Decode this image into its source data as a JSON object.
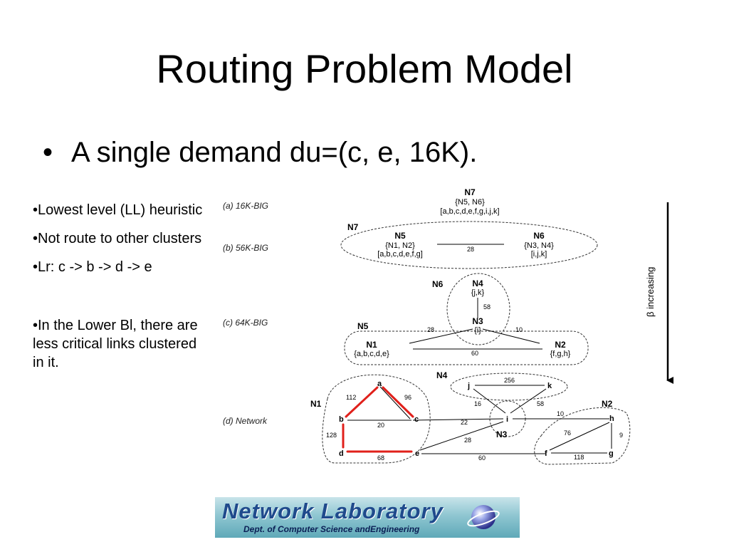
{
  "slide": {
    "title": "Routing Problem Model",
    "bullet": "A single demand du=(c, e, 16K).",
    "notes": [
      "•Lowest level (LL) heuristic",
      "•Not route to other clusters",
      "•Lr: c -> b -> d -> e",
      "•In the Lower Bl, there are less critical links clustered in it."
    ]
  },
  "diagram": {
    "level_labels": {
      "a": "(a) 16K-BIG",
      "b": "(b) 56K-BIG",
      "c": "(c) 64K-BIG",
      "d": "(d) Network"
    },
    "beta_label": "β increasing",
    "level_a": {
      "name": "N7",
      "members": "{N5, N6}",
      "nodes": "[a,b,c,d,e,f,g,i,j,k]"
    },
    "level_b": {
      "name": "N7",
      "left": {
        "name": "N5",
        "members": "{N1, N2}",
        "nodes": "[a,b,c,d,e,f,g]"
      },
      "right": {
        "name": "N6",
        "members": "{N3, N4}",
        "nodes": "[i,j,k]"
      },
      "link_weight": "28"
    },
    "level_c": {
      "n6": "N6",
      "n4": {
        "name": "N4",
        "nodes": "{j,k}"
      },
      "n3": {
        "name": "N3",
        "nodes": "{i}"
      },
      "n5": "N5",
      "n1": {
        "name": "N1",
        "nodes": "{a,b,c,d,e}"
      },
      "n2": {
        "name": "N2",
        "nodes": "{f,g,h}"
      },
      "w_n4_n3": "58",
      "w_n3_n1": "28",
      "w_n3_n2": "10",
      "w_n1_n2": "60"
    },
    "level_d": {
      "cluster_labels": {
        "n1": "N1",
        "n2": "N2",
        "n3": "N3",
        "n4": "N4"
      },
      "node_labels": {
        "a": "a",
        "b": "b",
        "c": "c",
        "d": "d",
        "e": "e",
        "f": "f",
        "g": "g",
        "h": "h",
        "i": "i",
        "j": "j",
        "k": "k"
      },
      "weights": {
        "ab": "112",
        "ac": "96",
        "bc": "20",
        "bd": "128",
        "de": "68",
        "jk": "256",
        "ji": "16",
        "ki": "58",
        "ci": "22",
        "ei": "28",
        "ih": "10",
        "hf": "76",
        "hg": "9",
        "fg": "118",
        "ef": "60"
      },
      "highlight_color": "#e0201b"
    }
  },
  "logo": {
    "title": "Network Laboratory",
    "subtitle": "Dept. of Computer Science andEngineering",
    "colors": {
      "title": "#1f4a8c",
      "background": "#8fc6d1"
    }
  }
}
